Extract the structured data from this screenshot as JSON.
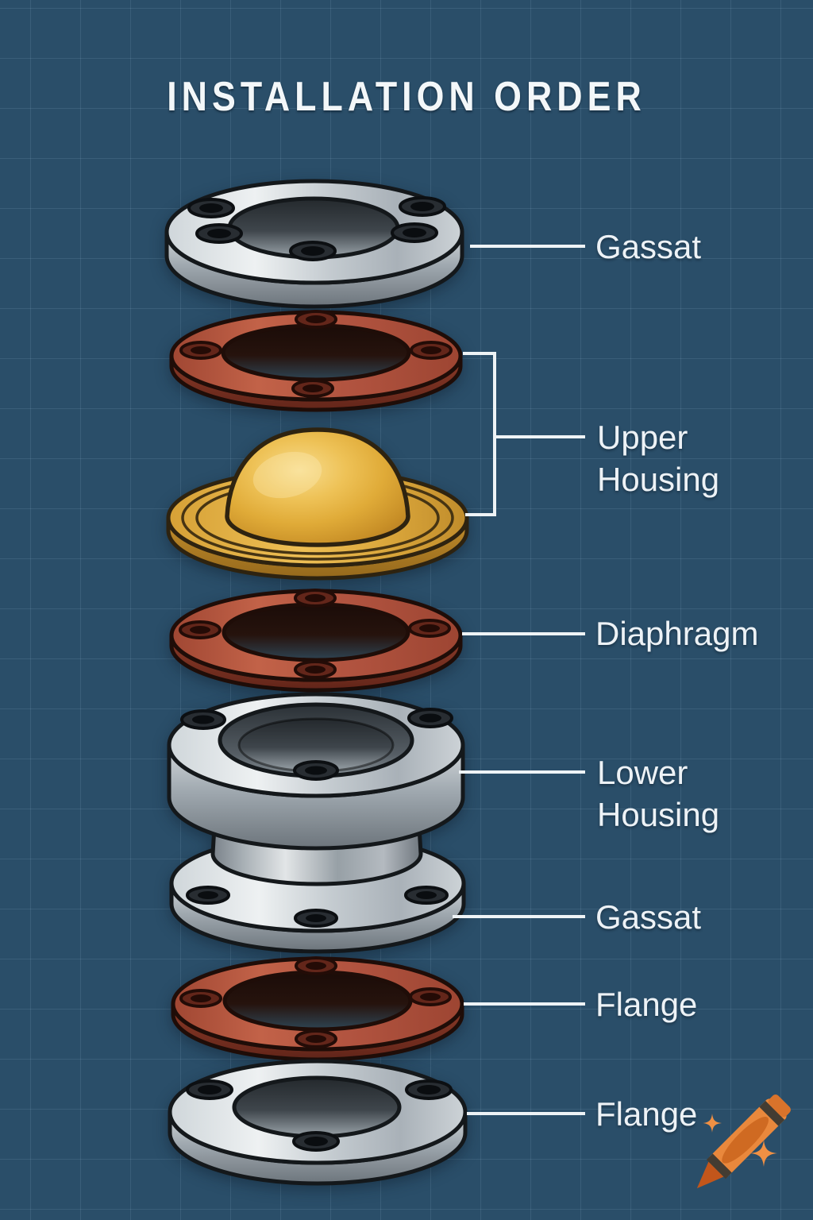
{
  "title": "INSTALLATION ORDER",
  "labels": {
    "gasket_top": "Gassat",
    "upper_housing": "Upper Housing",
    "diaphragm": "Diaphragm",
    "lower_housing": "Lower Housing",
    "gasket_lower": "Gassat",
    "flange_mid": "Flange",
    "flange_bottom": "Flange"
  },
  "parts": [
    {
      "name": "flange-top",
      "kind": "metal-flange",
      "color": "#c8ced3"
    },
    {
      "name": "gasket-upper",
      "kind": "red-gasket",
      "color": "#b25440"
    },
    {
      "name": "diaphragm-dome",
      "kind": "gold-dome",
      "color": "#e2ac3c"
    },
    {
      "name": "gasket-middle",
      "kind": "red-gasket",
      "color": "#b25440"
    },
    {
      "name": "lower-housing",
      "kind": "metal-spool",
      "color": "#b7bec4"
    },
    {
      "name": "gasket-lower",
      "kind": "red-gasket",
      "color": "#b25440"
    },
    {
      "name": "flange-bottom",
      "kind": "metal-flange",
      "color": "#c8ced3"
    }
  ],
  "watermark": {
    "icon": "crayon-icon",
    "color": "#e9883c"
  },
  "colors": {
    "background": "#2a4e69",
    "grid": "#7fa5bf",
    "label_text": "#edf2f6",
    "leader_line": "#eef3f6"
  }
}
